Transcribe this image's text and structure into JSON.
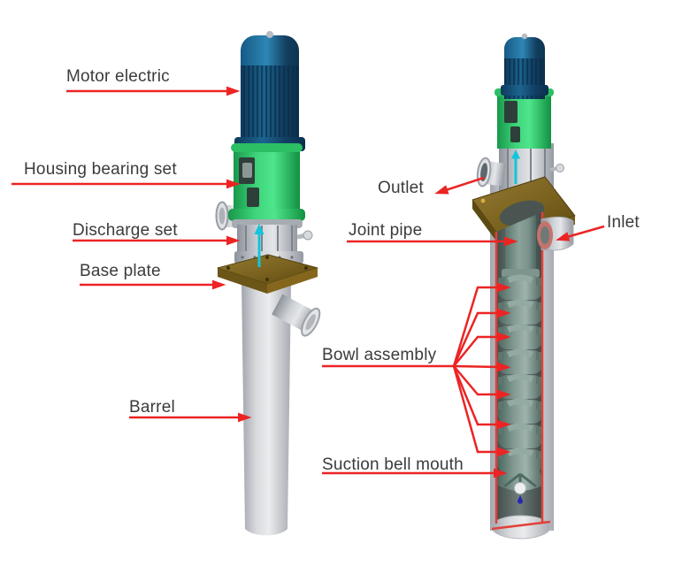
{
  "diagram": {
    "type": "technical-illustration",
    "subject": "Vertical turbine pump - external view (left) and cutaway view (right)",
    "labels": {
      "motor_electric": "Motor electric",
      "housing_bearing_set": "Housing bearing set",
      "discharge_set": "Discharge set",
      "base_plate": "Base plate",
      "barrel": "Barrel",
      "outlet": "Outlet",
      "joint_pipe": "Joint pipe",
      "inlet": "Inlet",
      "bowl_assembly": "Bowl assembly",
      "suction_bell_mouth": "Suction bell mouth"
    },
    "bowl_arrow_count": 7,
    "colors": {
      "background": "#ffffff",
      "label_text": "#3b3b3b",
      "arrow_red": "#ec2424",
      "cut_edge_red": "#e2403a",
      "motor_blue": "#155a85",
      "housing_green": "#3ed57b",
      "metal_gray": "#ccd0d5",
      "base_plate_brown": "#7c6420",
      "bowl_sage": "#849c94",
      "flow_cyan": "#14c4da"
    }
  }
}
